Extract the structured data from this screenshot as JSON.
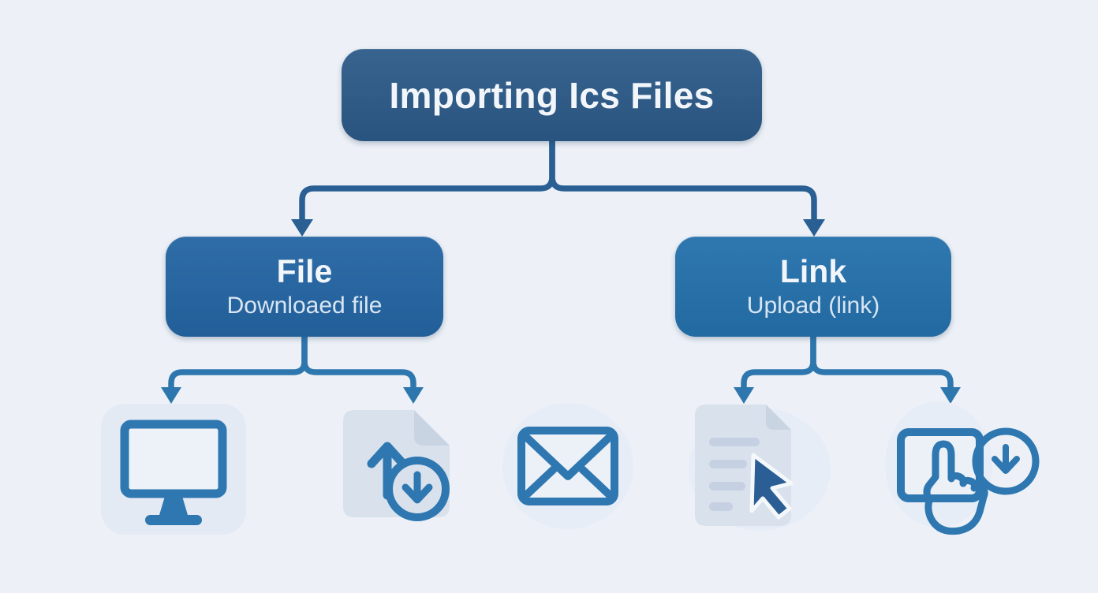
{
  "diagram": {
    "root": {
      "label": "Importing Ics Files"
    },
    "branches": [
      {
        "title": "File",
        "subtitle": "Downloaed file"
      },
      {
        "title": "Link",
        "subtitle": "Upload (link)"
      }
    ],
    "leaf_icons": [
      {
        "name": "monitor-icon"
      },
      {
        "name": "file-transfer-icon"
      },
      {
        "name": "envelope-icon"
      },
      {
        "name": "document-cursor-icon"
      },
      {
        "name": "tap-download-icon"
      }
    ],
    "colors": {
      "background": "#edf1f7",
      "root_box": "#2b5a88",
      "file_box": "#2465a3",
      "link_box": "#2470ab",
      "box_text": "#f2f6fa",
      "subtitle_text": "#d9e6f2",
      "connector_primary": "#2a5f94",
      "connector_secondary": "#2e77ae",
      "icon_stroke": "#2e77b0",
      "icon_tile": "#e4eaf4",
      "icon_tile_soft": "#e7edf6",
      "icon_screen": "#edf2f9",
      "doc_fill": "#d9e1ec",
      "doc_fold": "#c9d4e3",
      "doc_line": "#c5d1e2",
      "cursor_fill": "#2b5e94"
    }
  }
}
